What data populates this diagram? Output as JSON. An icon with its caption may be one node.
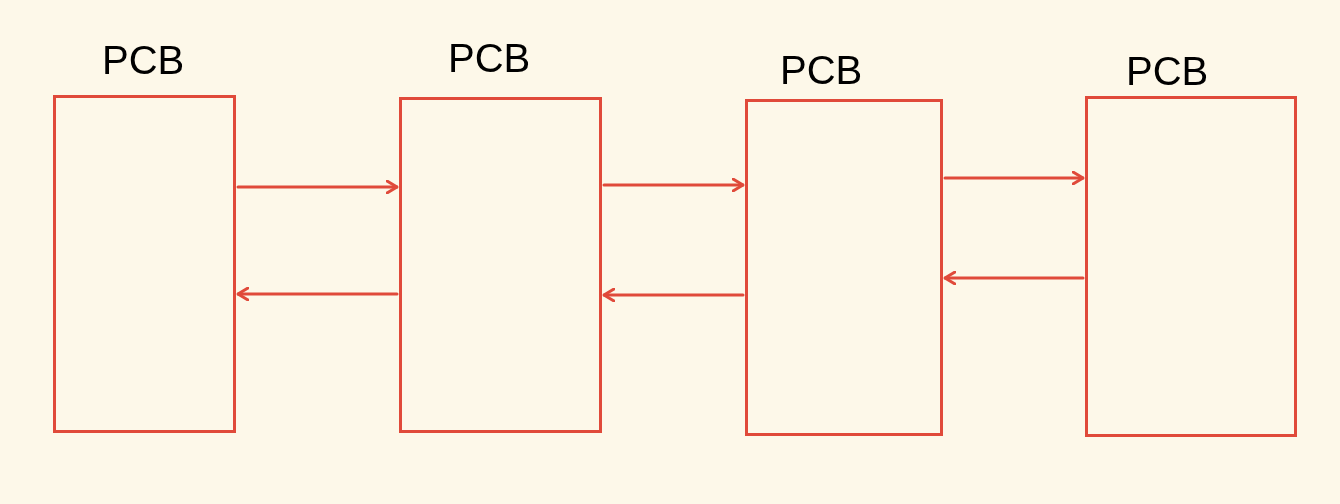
{
  "diagram": {
    "nodes": [
      {
        "text": [
          "PCB"
        ]
      },
      {
        "text": [
          "PCB"
        ]
      },
      {
        "text": [
          "PCB"
        ]
      },
      {
        "text": [
          "PCB"
        ]
      }
    ],
    "edges": [
      {
        "from": 0,
        "to": 1,
        "arrow": "to"
      },
      {
        "from": 1,
        "to": 0,
        "arrow": "to"
      },
      {
        "from": 1,
        "to": 2,
        "arrow": "to"
      },
      {
        "from": 2,
        "to": 1,
        "arrow": "to"
      },
      {
        "from": 2,
        "to": 3,
        "arrow": "to"
      },
      {
        "from": 3,
        "to": 2,
        "arrow": "to"
      }
    ]
  }
}
